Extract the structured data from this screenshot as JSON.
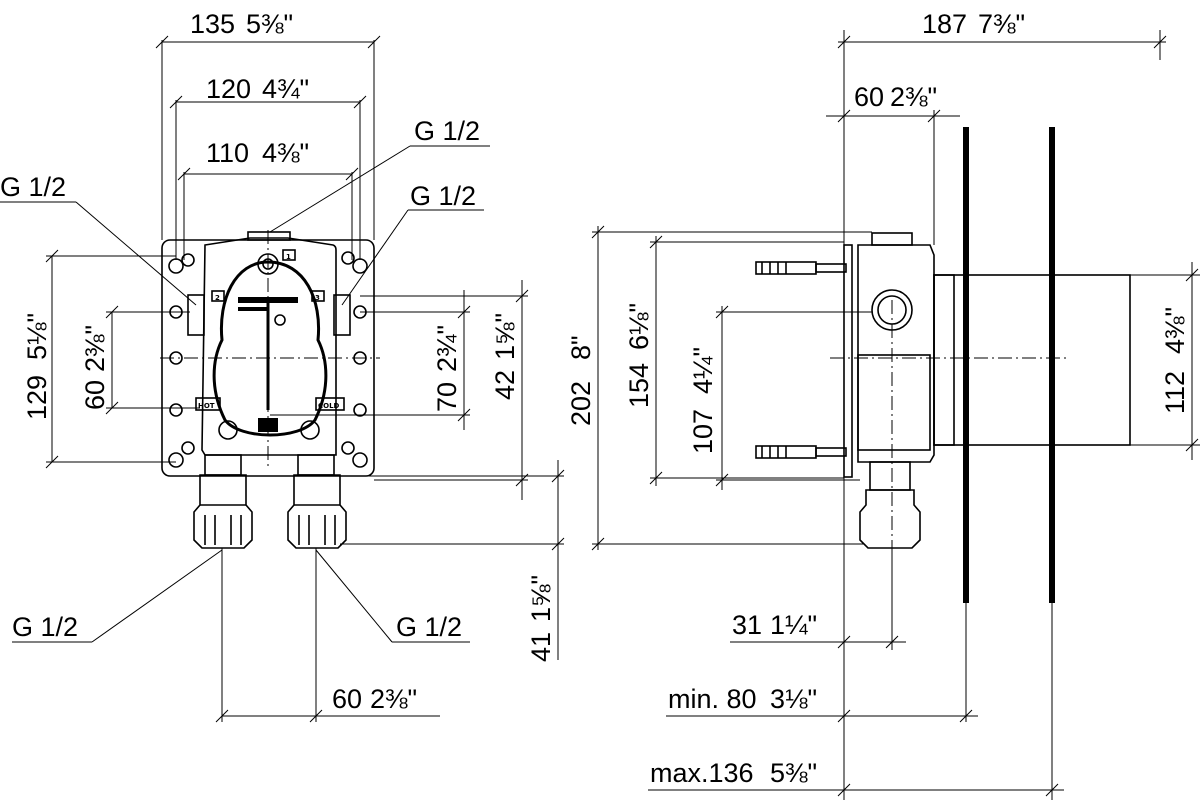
{
  "front_view": {
    "dim_width_outer": "135",
    "dim_width_outer_in": "5⅜\"",
    "dim_width_mid": "120",
    "dim_width_mid_in": "4¾\"",
    "dim_width_inner": "110",
    "dim_width_inner_in": "4⅜\"",
    "dim_height_plate": "129",
    "dim_height_plate_in": "5⅛\"",
    "dim_height_ports": "60",
    "dim_height_ports_in": "2⅜\"",
    "dim_70": "70",
    "dim_70_in": "2¾\"",
    "dim_42": "42",
    "dim_42_in": "1⅝\"",
    "dim_41": "41",
    "dim_41_in": "1⅝\"",
    "dim_outlet_spacing": "60",
    "dim_outlet_spacing_in": "2⅜\"",
    "thread_top": "G 1/2",
    "thread_left": "G 1/2",
    "thread_right": "G 1/2",
    "thread_bottom_left": "G 1/2",
    "thread_bottom_right": "G 1/2",
    "label_hot": "HOT",
    "label_cold": "COLD",
    "port_1": "1",
    "port_2": "2",
    "port_3": "3"
  },
  "side_view": {
    "dim_total_depth": "187",
    "dim_total_depth_in": "7⅜\"",
    "dim_60": "60",
    "dim_60_in": "2⅜\"",
    "dim_202": "202",
    "dim_202_in": "8\"",
    "dim_154": "154",
    "dim_154_in": "6⅛\"",
    "dim_107": "107",
    "dim_107_in": "4¼\"",
    "dim_112": "112",
    "dim_112_in": "4⅜\"",
    "dim_31": "31",
    "dim_31_in": "1¼\"",
    "dim_min": "min. 80",
    "dim_min_in": "3⅛\"",
    "dim_max": "max.136",
    "dim_max_in": "5⅜\""
  }
}
